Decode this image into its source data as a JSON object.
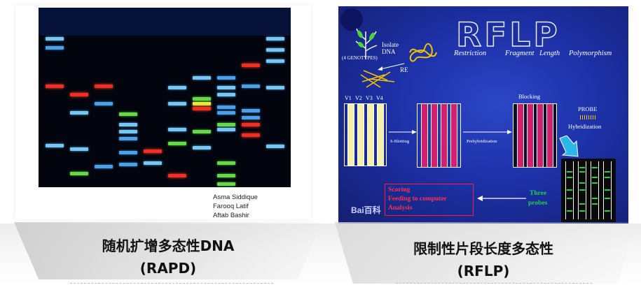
{
  "left": {
    "authors": [
      "Asma Siddique",
      "Farooq Latif",
      "Aftab Bashir"
    ],
    "caption_line1": "随机扩增多态性DNA",
    "caption_line2": "(RAPD)"
  },
  "right": {
    "title": "RFLP",
    "subtitle_words": [
      "Restriction",
      "Fragment",
      "Length",
      "Polymorphism"
    ],
    "isolate_label": "Isolate DNA",
    "genotypes_label": "(4 GENOTYPES)",
    "re_label": "RE",
    "lane_labels": [
      "V1",
      "V2",
      "V3",
      "V4"
    ],
    "sblotting_label": "S-Blotting",
    "prehyb_label": "Prehybridization",
    "blocking_label": "Blocking",
    "probe_label": "PROBE",
    "hybridization_label": "Hybridization",
    "three_probes_label": "Three probes",
    "scoring_lines": [
      "Scoring",
      "Feeding to computer",
      "Analysis"
    ],
    "watermark": "Bai百科",
    "caption_line1": "限制性片段长度多态性",
    "caption_line2": "(RFLP)"
  },
  "colors": {
    "gel_background": "#02050d",
    "band_red": "#ef2f23",
    "band_blue": "#4f9fe6",
    "band_green": "#67d84a",
    "rflp_background": "#1d31a8",
    "lane_yellow": "#f4f0a8",
    "lane_pink": "#d21f6e",
    "arrow_cyan": "#28b7e8",
    "probe_green": "#1fd24a",
    "scoring_red": "#ff1b3a"
  },
  "icons": [
    "plant-icon",
    "dna-strand-icon",
    "re-fragments-icon",
    "probe-icon",
    "down-arrow-icon",
    "left-arrow-icon"
  ]
}
